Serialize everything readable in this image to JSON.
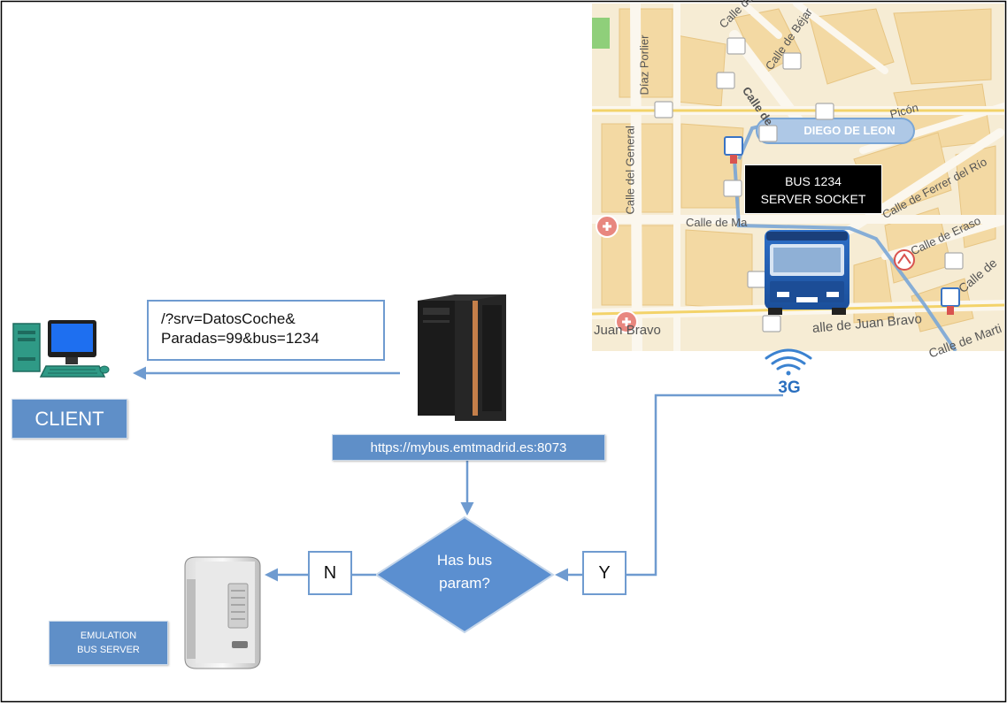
{
  "client": {
    "label": "CLIENT"
  },
  "request": {
    "line1": "/?srv=DatosCoche&",
    "line2": "Paradas=99&bus=1234"
  },
  "server": {
    "url": "https://mybus.emtmadrid.es:8073"
  },
  "decision": {
    "line1": "Has bus",
    "line2": "param?"
  },
  "branches": {
    "no": "N",
    "yes": "Y"
  },
  "emulation": {
    "line1": "EMULATION",
    "line2": "BUS SERVER"
  },
  "bus": {
    "line1": "BUS 1234",
    "line2": "SERVER SOCKET"
  },
  "network": {
    "label": "3G"
  },
  "map": {
    "station": "DIEGO DE LEON",
    "streets": {
      "calle_de_top": "Calle de",
      "calle_de_bejar": "Calle de Béjar",
      "porlier": "Díaz Porlier",
      "calle_del_general": "Calle del General",
      "calle_de_francisco": "Calle de",
      "picon": "Picón",
      "ferrer": "Calle de Ferrer del Río",
      "eraso": "Calle de Eraso",
      "calle_de_mid": "Calle de Ma",
      "juan_bravo_left": "Juan Bravo",
      "juan_bravo_right": "alle de Juan Bravo",
      "calle_de_right": "Calle de",
      "calle_de_corner": "Calle de Marti"
    }
  },
  "colors": {
    "arrow": "#6f9bd0",
    "label_fill": "#5f8fc8",
    "decision": "#5b8fd0",
    "route": "#7aa6d6"
  }
}
